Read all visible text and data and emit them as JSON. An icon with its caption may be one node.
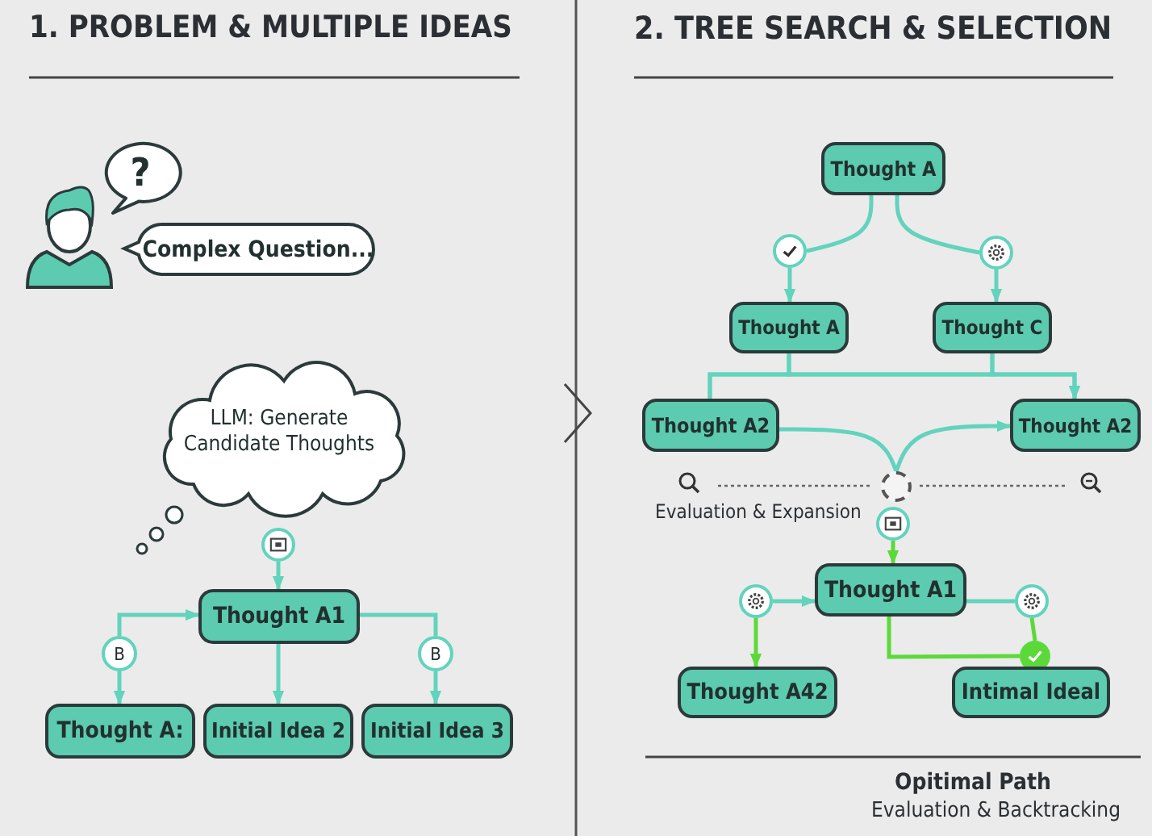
{
  "diagram": {
    "nodes": [
      {
        "text": [],
        "shape": "person"
      },
      {
        "text": [
          "?"
        ]
      },
      {
        "text": [
          "Complex Question..."
        ]
      },
      {
        "text": [
          "LLM: Generate Candidate Thoughts"
        ]
      },
      {
        "text": [],
        "shape": "circle"
      },
      {
        "text": [
          "Thought A1"
        ]
      },
      {
        "text": [
          "B"
        ]
      },
      {
        "text": [
          "B"
        ]
      },
      {
        "text": [
          "Thought A:"
        ]
      },
      {
        "text": [
          "Initial Idea 2"
        ]
      },
      {
        "text": [
          "Initial Idea 3"
        ]
      },
      {
        "text": [
          "Thought A"
        ]
      },
      {
        "text": [],
        "shape": "circle"
      },
      {
        "text": [],
        "shape": "circle"
      },
      {
        "text": [
          "Thought A"
        ]
      },
      {
        "text": [
          "Thought C"
        ]
      },
      {
        "text": [
          "Thought A2"
        ]
      },
      {
        "text": [
          "Thought A2"
        ]
      },
      {
        "text": [],
        "shape": "circle"
      },
      {
        "text": [],
        "shape": "circle"
      },
      {
        "text": [
          "Thought A1"
        ]
      },
      {
        "text": [],
        "shape": "circle"
      },
      {
        "text": [],
        "shape": "circle"
      },
      {
        "text": [],
        "shape": "circle"
      },
      {
        "text": [
          "Thought A42"
        ]
      },
      {
        "text": [
          "Intimal Ideal"
        ]
      }
    ],
    "edges": [
      {
        "from": 4,
        "to": 5,
        "arrow": "to"
      },
      {
        "from": 6,
        "to": 5,
        "arrow": "to"
      },
      {
        "from": 6,
        "to": 8,
        "arrow": "to"
      },
      {
        "from": 5,
        "to": 7,
        "arrow": "none"
      },
      {
        "from": 7,
        "to": 10,
        "arrow": "to"
      },
      {
        "from": 5,
        "to": 9,
        "arrow": "to"
      },
      {
        "from": 11,
        "to": 12,
        "arrow": "none"
      },
      {
        "from": 12,
        "to": 14,
        "arrow": "to"
      },
      {
        "from": 11,
        "to": 13,
        "arrow": "none"
      },
      {
        "from": 13,
        "to": 15,
        "arrow": "to"
      },
      {
        "from": 14,
        "to": 16,
        "arrow": "none"
      },
      {
        "from": 14,
        "to": 17,
        "arrow": "to"
      },
      {
        "from": 15,
        "to": 16,
        "arrow": "none"
      },
      {
        "from": 15,
        "to": 17,
        "arrow": "to"
      },
      {
        "from": 16,
        "to": 18,
        "arrow": "none"
      },
      {
        "from": 18,
        "to": 17,
        "arrow": "to"
      },
      {
        "from": 19,
        "to": 20,
        "arrow": "to",
        "color": "#5cd93a"
      },
      {
        "from": 21,
        "to": 20,
        "arrow": "to"
      },
      {
        "from": 21,
        "to": 24,
        "arrow": "to",
        "color": "#5cd93a"
      },
      {
        "from": 20,
        "to": 22,
        "arrow": "none"
      },
      {
        "from": 22,
        "to": 23,
        "arrow": "none",
        "color": "#5cd93a"
      },
      {
        "from": 20,
        "to": 23,
        "arrow": "none",
        "color": "#5cd93a"
      }
    ],
    "labels": [
      "1. PROBLEM & MULTIPLE IDEAS",
      "2. TREE SEARCH & SELECTION",
      "Evaluation & Expansion",
      "Opitimal Path",
      "Evaluation & Backtracking"
    ]
  }
}
